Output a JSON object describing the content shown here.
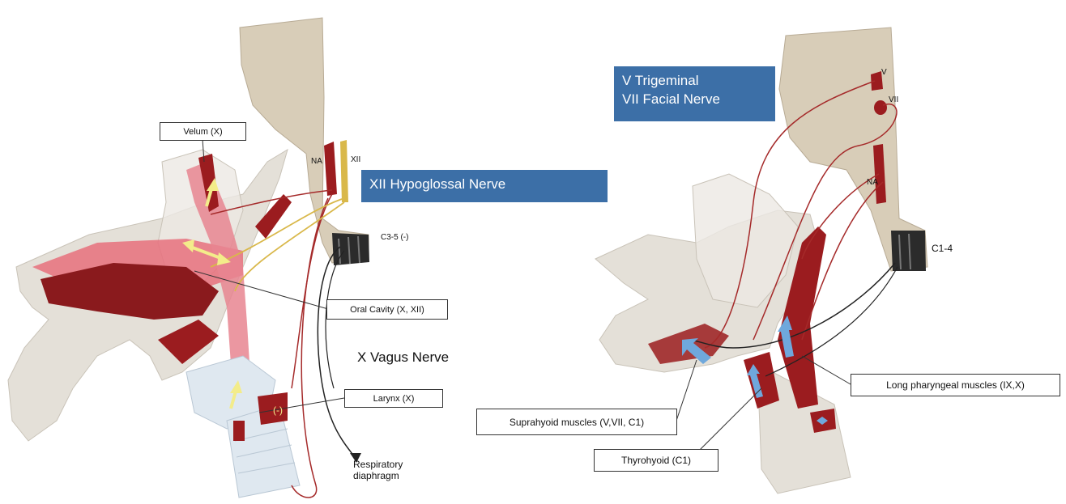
{
  "left_panel": {
    "labels": {
      "velum": "Velum (X)",
      "na": "NA",
      "xii": "XII",
      "c35": "C3-5 (-)",
      "oral_cavity": "Oral Cavity (X, XII)",
      "larynx": "Larynx (X)",
      "minus": "(-)",
      "respiratory_line1": "Respiratory",
      "respiratory_line2": "diaphragm"
    },
    "callouts": {
      "hypoglossal": "XII Hypoglossal Nerve",
      "vagus": "X Vagus Nerve"
    }
  },
  "right_panel": {
    "callouts": {
      "trigeminal": "V Trigeminal",
      "facial": "VII Facial Nerve"
    },
    "labels": {
      "v": "V",
      "vii": "VII",
      "na": "NA",
      "c14": "C1-4",
      "long_pharyngeal": "Long pharyngeal muscles (IX,X)",
      "suprahyoid": "Suprahyoid muscles (V,VII, C1)",
      "thyrohyoid": "Thyrohyoid (C1)"
    }
  },
  "colors": {
    "brainstem": "#d8cdb8",
    "bone": "#e4e0d8",
    "muscle": "#9b1c1f",
    "nerve_red": "#a52a2a",
    "nerve_yellow": "#d9b84a",
    "callout_blue": "#3c6fa7",
    "arrow_yellow": "#f3ec8a",
    "arrow_blue": "#6fa8dc"
  }
}
